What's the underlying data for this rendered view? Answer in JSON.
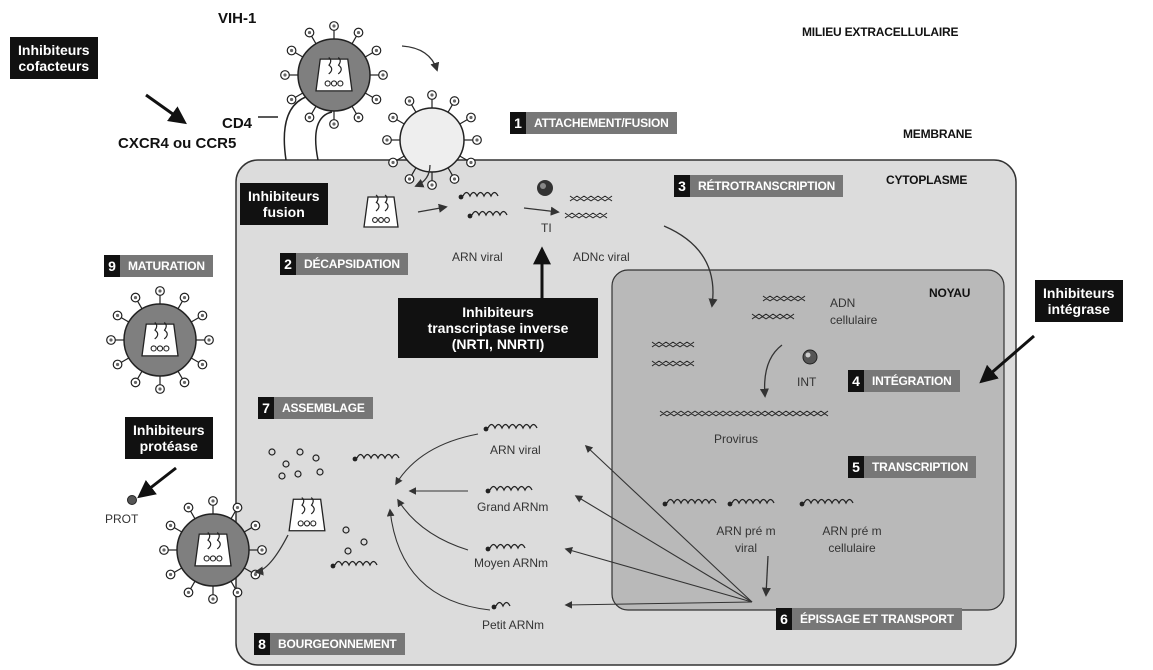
{
  "virus_label": "VIH-1",
  "regions": {
    "extracellular": "MILIEU EXTRACELLULAIRE",
    "membrane": "MEMBRANE",
    "cytoplasm": "CYTOPLASME",
    "nucleus": "NOYAU"
  },
  "receptors": {
    "cd4": "CD4",
    "coreceptor": "CXCR4 ou CCR5"
  },
  "inhibitors": {
    "cofactors": [
      "Inhibiteurs",
      "cofacteurs"
    ],
    "fusion": [
      "Inhibiteurs",
      "fusion"
    ],
    "reverse_transcriptase": [
      "Inhibiteurs",
      "transcriptase inverse",
      "(NRTI, NNRTI)"
    ],
    "integrase": [
      "Inhibiteurs",
      "intégrase"
    ],
    "protease": [
      "Inhibiteurs",
      "protéase"
    ]
  },
  "steps": [
    {
      "num": "1",
      "label": "ATTACHEMENT/FUSION"
    },
    {
      "num": "2",
      "label": "DÉCAPSIDATION"
    },
    {
      "num": "3",
      "label": "RÉTROTRANSCRIPTION"
    },
    {
      "num": "4",
      "label": "INTÉGRATION"
    },
    {
      "num": "5",
      "label": "TRANSCRIPTION"
    },
    {
      "num": "6",
      "label": "ÉPISSAGE ET TRANSPORT"
    },
    {
      "num": "7",
      "label": "ASSEMBLAGE"
    },
    {
      "num": "8",
      "label": "BOURGEONNEMENT"
    },
    {
      "num": "9",
      "label": "MATURATION"
    }
  ],
  "molecules": {
    "arn_viral": "ARN viral",
    "ti": "TI",
    "adnc_viral": "ADNc viral",
    "adn_cellulaire": [
      "ADN",
      "cellulaire"
    ],
    "int": "INT",
    "provirus": "Provirus",
    "arn_pre_m_viral": [
      "ARN pré m",
      "viral"
    ],
    "arn_pre_m_cellulaire": [
      "ARN pré m",
      "cellulaire"
    ],
    "arn_viral_2": "ARN viral",
    "grand_arnm": "Grand ARNm",
    "moyen_arnm": "Moyen ARNm",
    "petit_arnm": "Petit ARNm",
    "prot": "PROT"
  },
  "colors": {
    "cell_fill": "#dcdcdc",
    "nucleus_fill": "#b9b9b9",
    "virus_core": "#7f7f7f",
    "label_block": "#111111",
    "step_box": "#777777"
  }
}
